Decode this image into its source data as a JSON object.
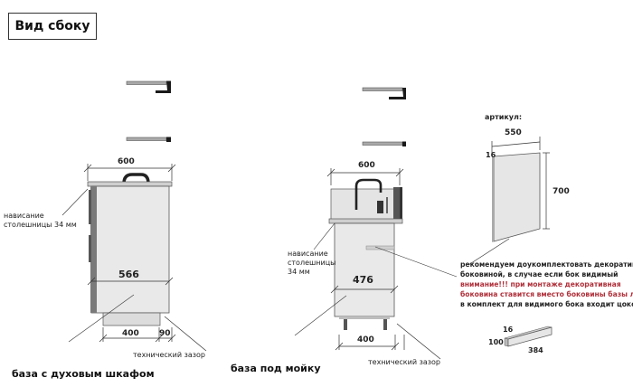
{
  "title": "Вид сбоку",
  "left_cabinet": {
    "width_top": "600",
    "overhang_line1": "нависание",
    "overhang_line2": "столешницы 34 мм",
    "depth": "566",
    "base_width": "400",
    "gap": "90",
    "gap_label": "технический зазор",
    "caption": "база с духовым шкафом"
  },
  "right_cabinet": {
    "width_top": "600",
    "overhang_line1": "нависание",
    "overhang_line2": "столешницы",
    "overhang_line3": "34 мм",
    "depth": "476",
    "base_width": "400",
    "gap_label": "технический зазор",
    "caption": "база под мойку"
  },
  "panel": {
    "article_label": "артикул:",
    "width": "550",
    "thickness": "16",
    "height": "700"
  },
  "note": {
    "line1": "рекомендуем доукомплектовать декоративной",
    "line2": "боковиной, в случае если бок видимый",
    "warn1": "внимание!!! при монтаже декоративная",
    "warn2": "боковина ставится вместо боковины базы лдсп",
    "line3": "в комплект для видимого бока входит цоколь:"
  },
  "plinth": {
    "thickness": "16",
    "height": "100",
    "length": "384"
  }
}
